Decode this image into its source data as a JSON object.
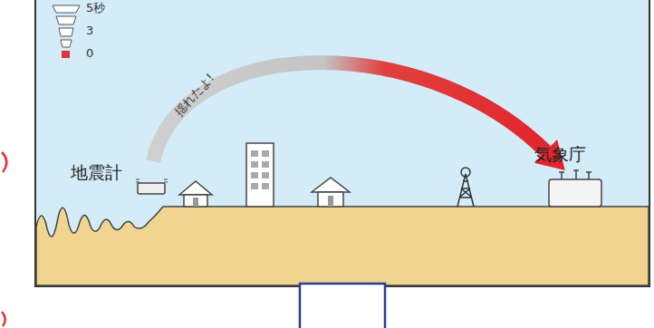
{
  "diagram": {
    "nodes": [
      {
        "text": [
          "地震計"
        ]
      },
      {
        "text": [
          "気象庁"
        ]
      }
    ],
    "edges": [
      {
        "from": 0,
        "to": 1,
        "arrow": "to",
        "label": "揺れたよ!"
      }
    ],
    "labels": [
      "5秒",
      "3",
      "0"
    ]
  }
}
